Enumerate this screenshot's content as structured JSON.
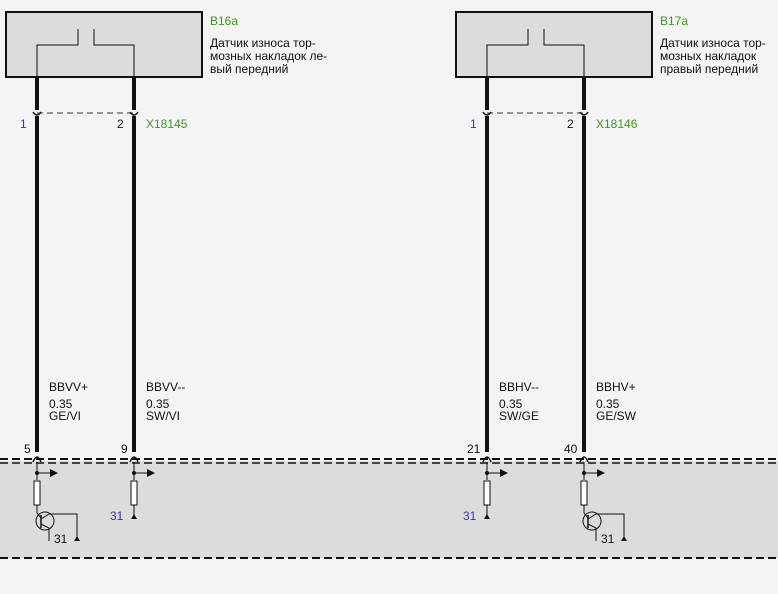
{
  "components": [
    {
      "id": "B16a",
      "description_lines": [
        "Датчик износа тор-",
        "мозных накладок ле-",
        "вый передний"
      ],
      "connector": "X18145",
      "pins": [
        "1",
        "2"
      ],
      "wires": [
        {
          "name": "BBVV+",
          "size": "0.35",
          "color": "GE/VI",
          "end_pin": "5",
          "load": "transistor",
          "ground": "31"
        },
        {
          "name": "BBVV--",
          "size": "0.35",
          "color": "SW/VI",
          "end_pin": "9",
          "load": "resistor",
          "ground": "31"
        }
      ]
    },
    {
      "id": "B17a",
      "description_lines": [
        "Датчик износа тор-",
        "мозных накладок",
        "правый передний"
      ],
      "connector": "X18146",
      "pins": [
        "1",
        "2"
      ],
      "wires": [
        {
          "name": "BBHV--",
          "size": "0.35",
          "color": "SW/GE",
          "end_pin": "21",
          "load": "resistor",
          "ground": "31"
        },
        {
          "name": "BBHV+",
          "size": "0.35",
          "color": "GE/SW",
          "end_pin": "40",
          "load": "transistor",
          "ground": "31"
        }
      ]
    }
  ],
  "colors": {
    "component_label": "#3a9a1c",
    "pin_number": "#2a3f9f",
    "box_fill": "#dcdcdc",
    "control_unit_fill": "#dcdcdc"
  }
}
